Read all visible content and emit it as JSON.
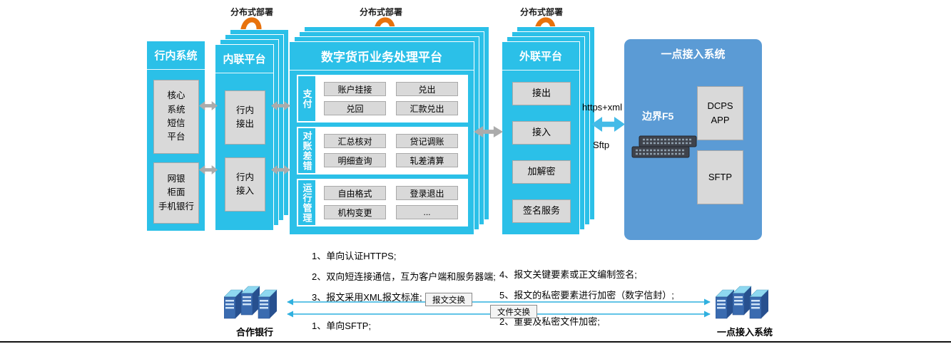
{
  "deployment_labels": [
    "分布式部署",
    "分布式部署",
    "分布式部署"
  ],
  "bank_system": {
    "title": "行内系统",
    "core_box": "核心\n系统\n短信\n平台",
    "channel_box": "网银\n柜面\n手机银行"
  },
  "inner_platform": {
    "title": "内联平台",
    "out_box": "行内\n接出",
    "in_box": "行内\n接入"
  },
  "dc_platform": {
    "title": "数字货币业务处理平台",
    "rows": [
      {
        "label": "支付",
        "buttons": [
          "账户挂接",
          "兑出",
          "兑回",
          "汇款兑出"
        ]
      },
      {
        "label": "对账差错",
        "buttons": [
          "汇总核对",
          "贷记调账",
          "明细查询",
          "轧差清算"
        ]
      },
      {
        "label": "运行管理",
        "buttons": [
          "自由格式",
          "登录退出",
          "机构变更",
          "..."
        ]
      }
    ]
  },
  "outer_platform": {
    "title": "外联平台",
    "items": [
      "接出",
      "接入",
      "加解密",
      "签名服务"
    ]
  },
  "access_system": {
    "title": "一点接入系统",
    "f5_label": "边界F5",
    "dcps_box": "DCPS\nAPP",
    "sftp_box": "SFTP"
  },
  "link_labels": {
    "protocol": "https+xml",
    "sftp": "Sftp"
  },
  "notes": {
    "message_group": [
      "1、单向认证HTTPS;",
      "2、双向短连接通信，互为客户端和服务器端;",
      "3、报文采用XML报文标准;"
    ],
    "security_group": [
      "4、报文关键要素或正文编制签名;",
      "5、报文的私密要素进行加密（数字信封）;"
    ],
    "file_left": "1、单向SFTP;",
    "file_right": "2、重要及私密文件加密;"
  },
  "exchange_labels": {
    "message": "报文交换",
    "file": "文件交换"
  },
  "endpoints": {
    "left": "合作银行",
    "right": "一点接入系统"
  },
  "colors": {
    "cyan": "#2BC0E8",
    "blue": "#5B9BD5",
    "orange": "#E8720C",
    "gray_arrow": "#ABABAB",
    "light_arrow": "#44BBE8",
    "box_gray": "#D9D9D9",
    "line_cyan": "#2FB0DF"
  }
}
